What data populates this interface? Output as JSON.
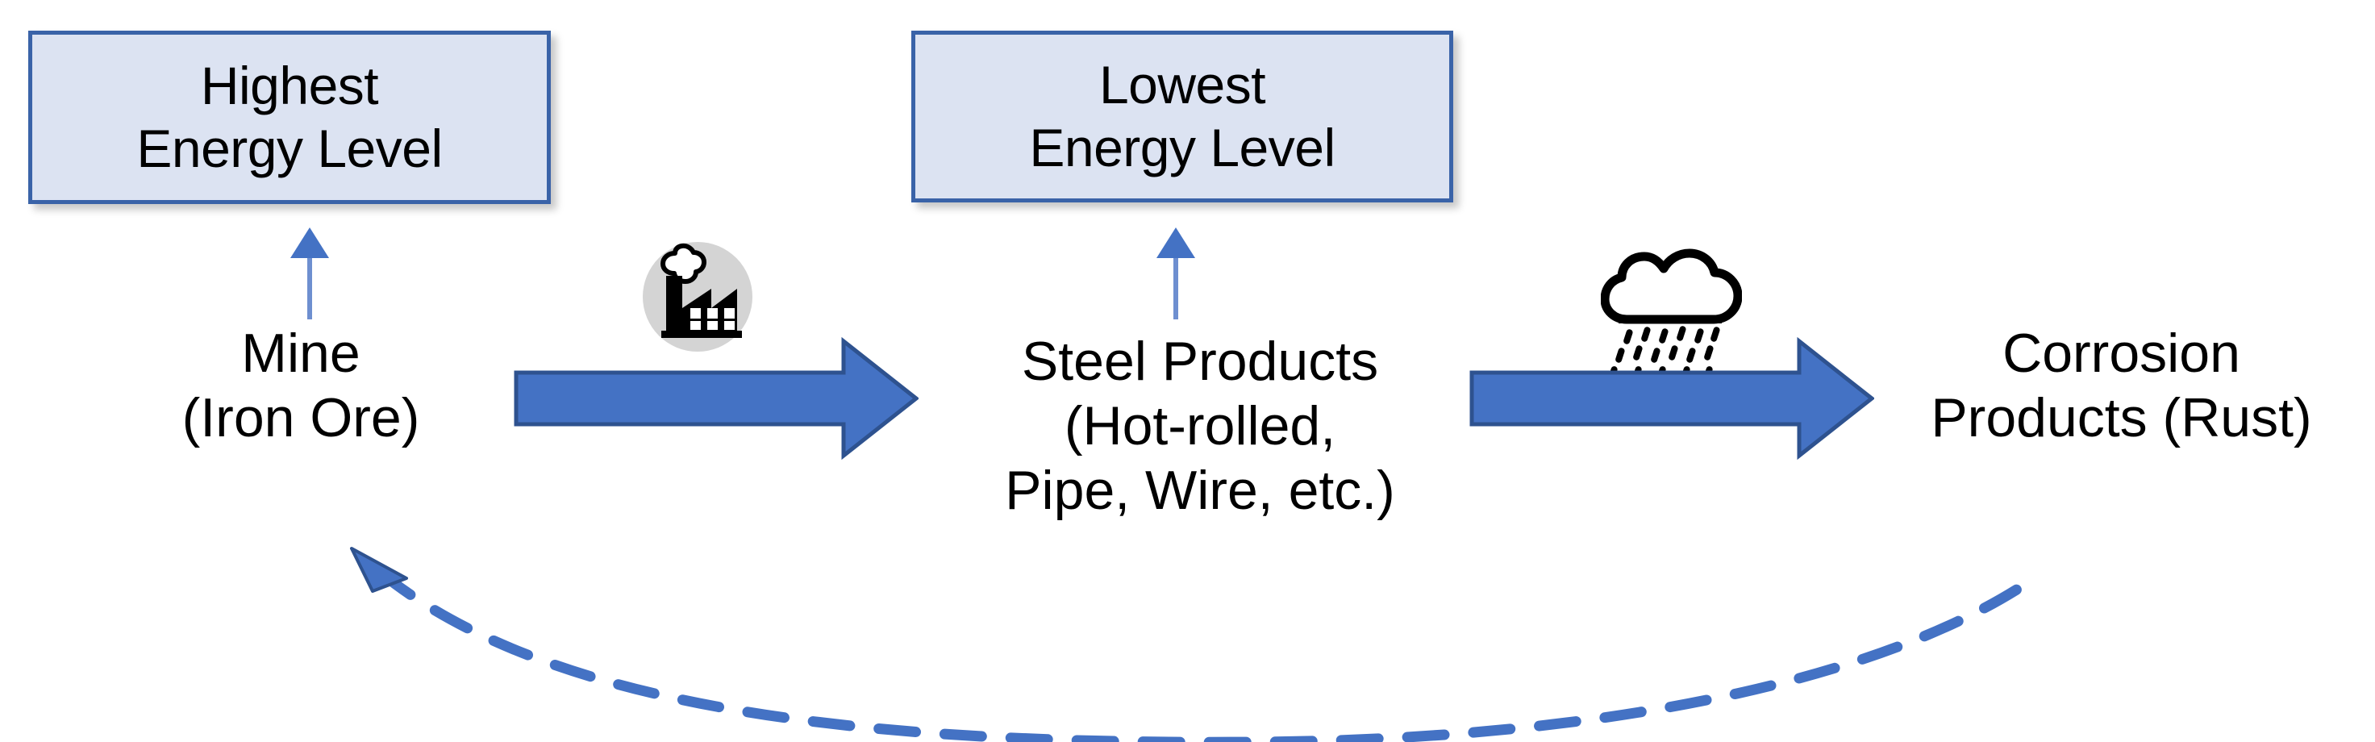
{
  "diagram": {
    "title": "Steel life cycle energy diagram",
    "colors": {
      "box_fill": "#DCE3F2",
      "box_border": "#3A63A8",
      "arrow_fill": "#4472C4",
      "arrow_border": "#2E528F",
      "dashed_line": "#4472C4",
      "icon_circle": "#D4D4D4",
      "icon_black": "#000000",
      "text": "#000000",
      "background": "#FFFFFF"
    },
    "boxes": [
      {
        "id": "highest",
        "line1": "Highest",
        "line2": "Energy Level"
      },
      {
        "id": "lowest",
        "line1": "Lowest",
        "line2": "Energy Level"
      }
    ],
    "nodes": [
      {
        "id": "mine",
        "line1": "Mine",
        "line2": "(Iron Ore)",
        "line3": ""
      },
      {
        "id": "steel",
        "line1": "Steel Products",
        "line2": "(Hot-rolled,",
        "line3": "Pipe, Wire, etc.)"
      },
      {
        "id": "corrosion",
        "line1": "Corrosion",
        "line2": "Products (Rust)",
        "line3": ""
      }
    ],
    "icons": [
      {
        "id": "factory",
        "name": "factory-icon",
        "glyph": "factory-with-smoke"
      },
      {
        "id": "rain",
        "name": "rain-cloud-icon",
        "glyph": "cloud-with-rain"
      }
    ],
    "connectors": [
      {
        "id": "mine-to-highest",
        "name": "thin-up-arrow",
        "style": "solid-thin",
        "direction": "up"
      },
      {
        "id": "steel-to-lowest",
        "name": "thin-up-arrow",
        "style": "solid-thin",
        "direction": "up"
      },
      {
        "id": "mine-to-steel",
        "name": "block-arrow",
        "style": "solid-block",
        "direction": "right"
      },
      {
        "id": "steel-to-corrosion",
        "name": "block-arrow",
        "style": "solid-block",
        "direction": "right"
      },
      {
        "id": "corrosion-to-mine",
        "name": "recycle-arrow",
        "style": "dashed-curve",
        "direction": "left"
      }
    ]
  }
}
